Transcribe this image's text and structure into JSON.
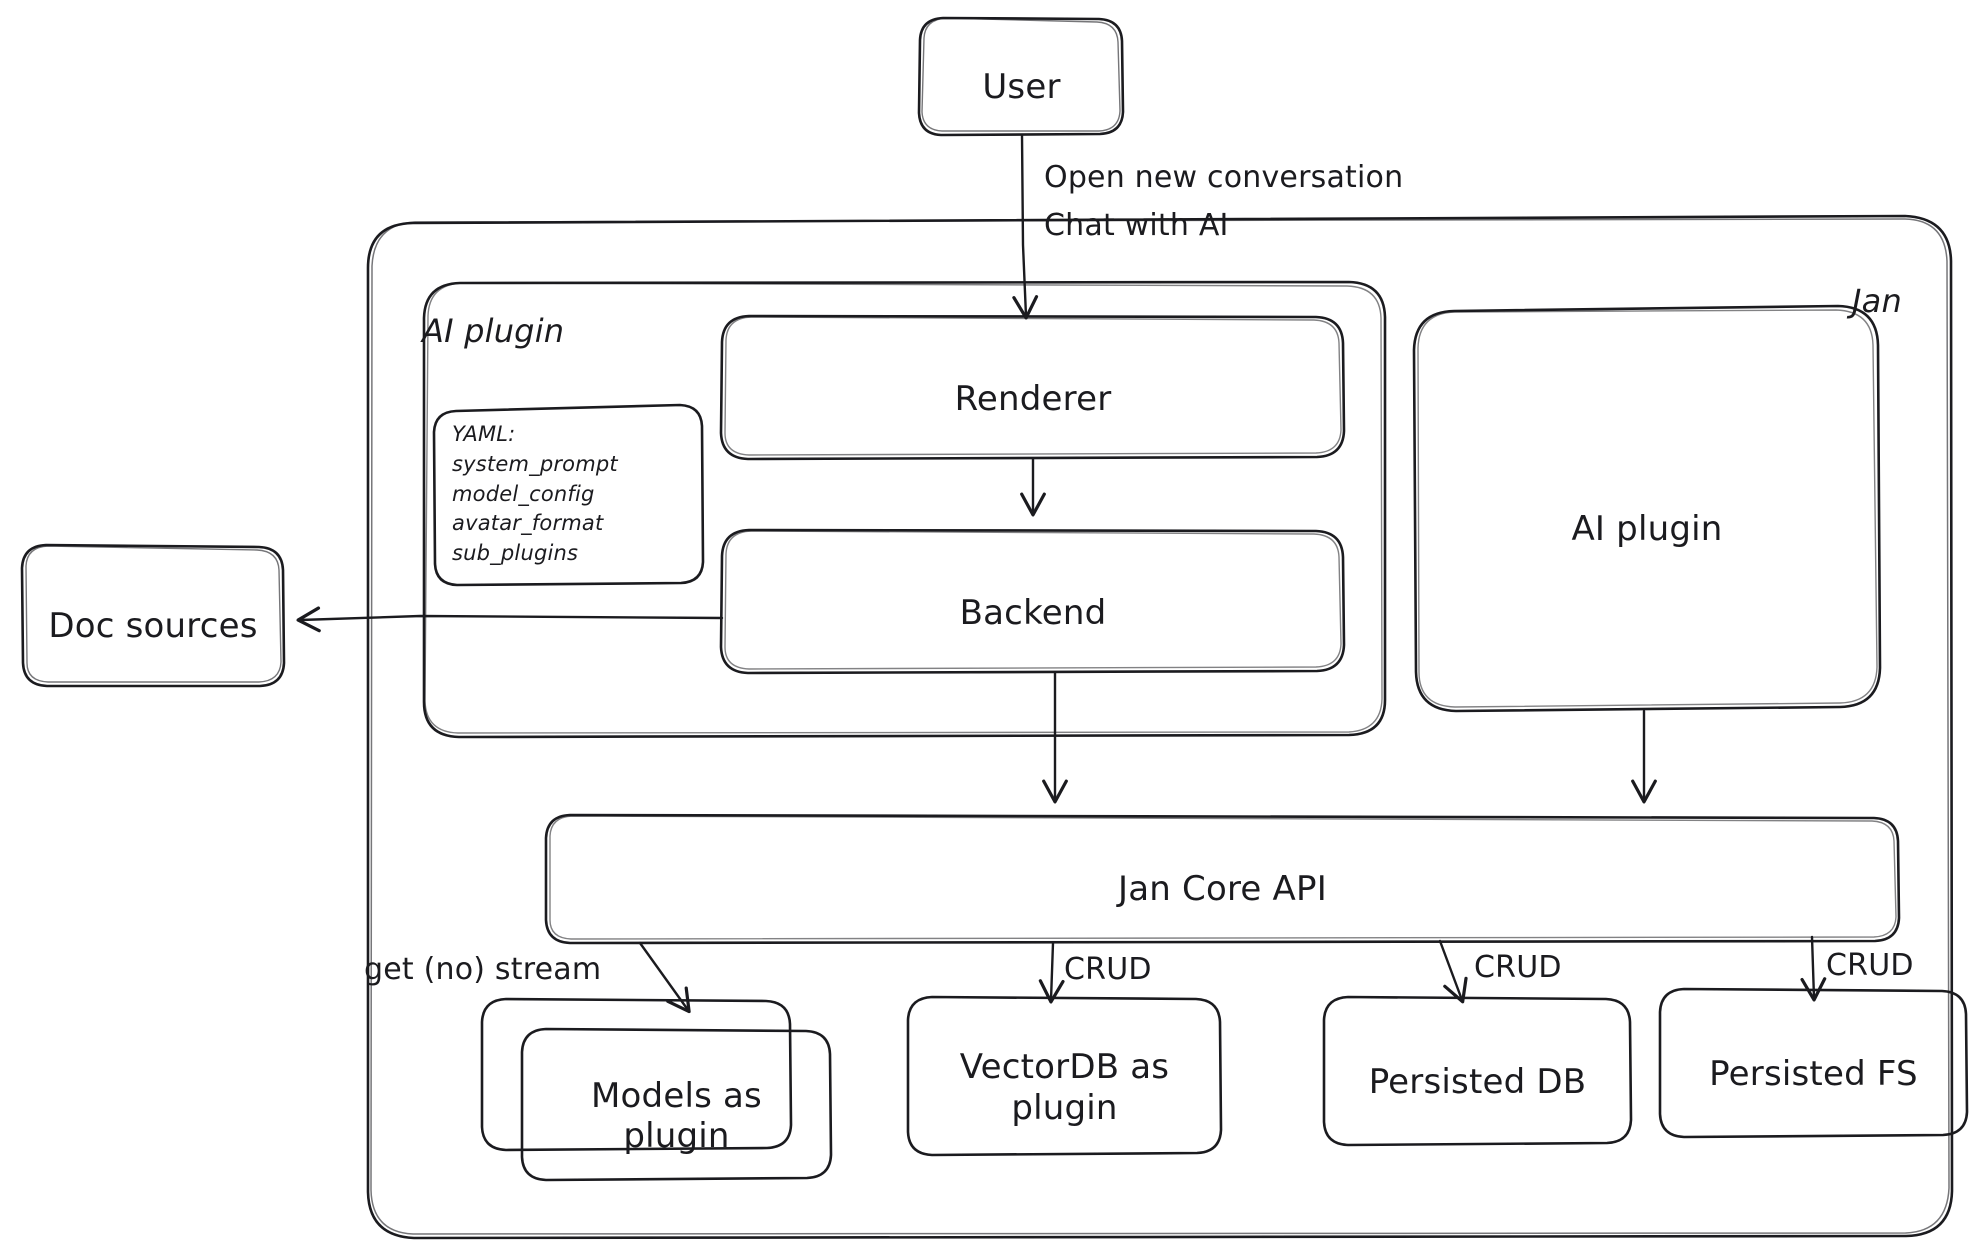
{
  "diagram": {
    "title": "Jan architecture sketch",
    "style": "hand-drawn",
    "stroke_color": "#1b1b1f",
    "background_color": "#ffffff"
  },
  "containers": {
    "jan": {
      "label": "Jan"
    },
    "ai_plugin_group": {
      "label": "AI plugin"
    }
  },
  "nodes": {
    "user": {
      "label": "User"
    },
    "renderer": {
      "label": "Renderer"
    },
    "backend": {
      "label": "Backend"
    },
    "ai_plugin_right": {
      "label": "AI plugin"
    },
    "jan_core_api": {
      "label": "Jan Core API"
    },
    "doc_sources": {
      "label": "Doc sources"
    },
    "models_as_plugin": {
      "line1": "Models as",
      "line2": "plugin"
    },
    "vectordb_as_plugin": {
      "line1": "VectorDB as",
      "line2": "plugin"
    },
    "persisted_db": {
      "label": "Persisted DB"
    },
    "persisted_fs": {
      "label": "Persisted FS"
    }
  },
  "yaml_card": {
    "header": "YAML:",
    "items": [
      "system_prompt",
      "model_config",
      "avatar_format",
      "sub_plugins"
    ]
  },
  "edge_labels": {
    "user_to_renderer_line1": "Open new conversation",
    "user_to_renderer_line2": "Chat with AI",
    "core_to_models": "get (no) stream",
    "core_to_vectordb": "CRUD",
    "core_to_persisted_db": "CRUD",
    "core_to_persisted_fs": "CRUD"
  }
}
